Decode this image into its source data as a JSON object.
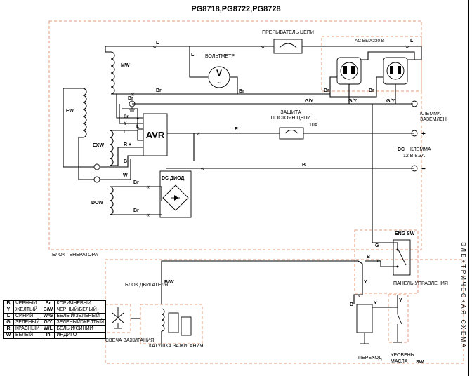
{
  "title": "PG8718,PG8722,PG8728",
  "side_title": "ЭЛЕКТРИЧЕСКАЯ СХЕМА",
  "blocks": {
    "generator": "БЛОК ГЕНЕРАТОРА",
    "engine": "БЛОК ДВИГАТЕЛЯ",
    "control_panel": "ПАНЕЛЬ УПРАВЛЕНИЯ"
  },
  "components": {
    "breaker": "ПРЕРЫВАТЕЛЬ ЦЕПИ",
    "ac_out": "AC ВЫХ230 В",
    "voltmeter": "ВОЛЬТМЕТР",
    "voltmeter_symbol": "V",
    "fuse_line1": "ЗАЩИТА",
    "fuse_line2": "ПОСТОЯН.ЦЕПИ",
    "fuse_rating": "10A",
    "ground_terminal_1": "КЛЕММА",
    "ground_terminal_2": "ЗАЗЕМЛЕН",
    "dc_label": "DC",
    "dc_terminal": "КЛЕММА",
    "dc_rating": "12 В 8.3A",
    "avr": "AVR",
    "dc_diode": "DC ДИОД",
    "eng_sw": "ENG SW",
    "spark_plug": "СВЕЧА ЗАЖИГАНИЯ",
    "ignition_coil": "КАТУШКА ЗАЖИГАНИЯ",
    "transition": "ПЕРЕХОД",
    "oil_level_1": "УРОВЕНЬ",
    "oil_level_2": "МАСЛА",
    "sw": "SW",
    "plus": "+",
    "minus": "−"
  },
  "windings": {
    "mw": "MW",
    "fw": "FW",
    "exw": "EXW",
    "dcw": "DCW"
  },
  "wire_labels": {
    "L": "L",
    "Br": "Br",
    "GY": "G/Y",
    "R": "R",
    "B": "B",
    "W": "W",
    "Y": "Y",
    "G": "G",
    "BW": "B/W",
    "Rplus": "R +"
  },
  "legend": [
    {
      "c1": "B",
      "n1": "ЧЕРНЫЙ",
      "c2": "Br",
      "n2": "КОРИЧНЕВЫЙ"
    },
    {
      "c1": "Y",
      "n1": "ЖЕЛТЫЙ",
      "c2": "B/W",
      "n2": "ЧЕРНЫЙ/БЕЛЫЙ"
    },
    {
      "c1": "L",
      "n1": "СИНИЙ",
      "c2": "W/G",
      "n2": "БЕЛЫЙ/ЗЕЛЕНЫЙ"
    },
    {
      "c1": "G",
      "n1": "ЗЕЛЕНЫЙ",
      "c2": "G/Y",
      "n2": "ЗЕЛЕНЫЙ/ЖЕЛТЫЙ"
    },
    {
      "c1": "R",
      "n1": "КРАСНЫЙ",
      "c2": "W/L",
      "n2": "БЕЛЫЙ/СИНИЙ"
    },
    {
      "c1": "W",
      "n1": "БЕЛЫЙ",
      "c2": "In",
      "n2": "ИНДИГО"
    }
  ]
}
